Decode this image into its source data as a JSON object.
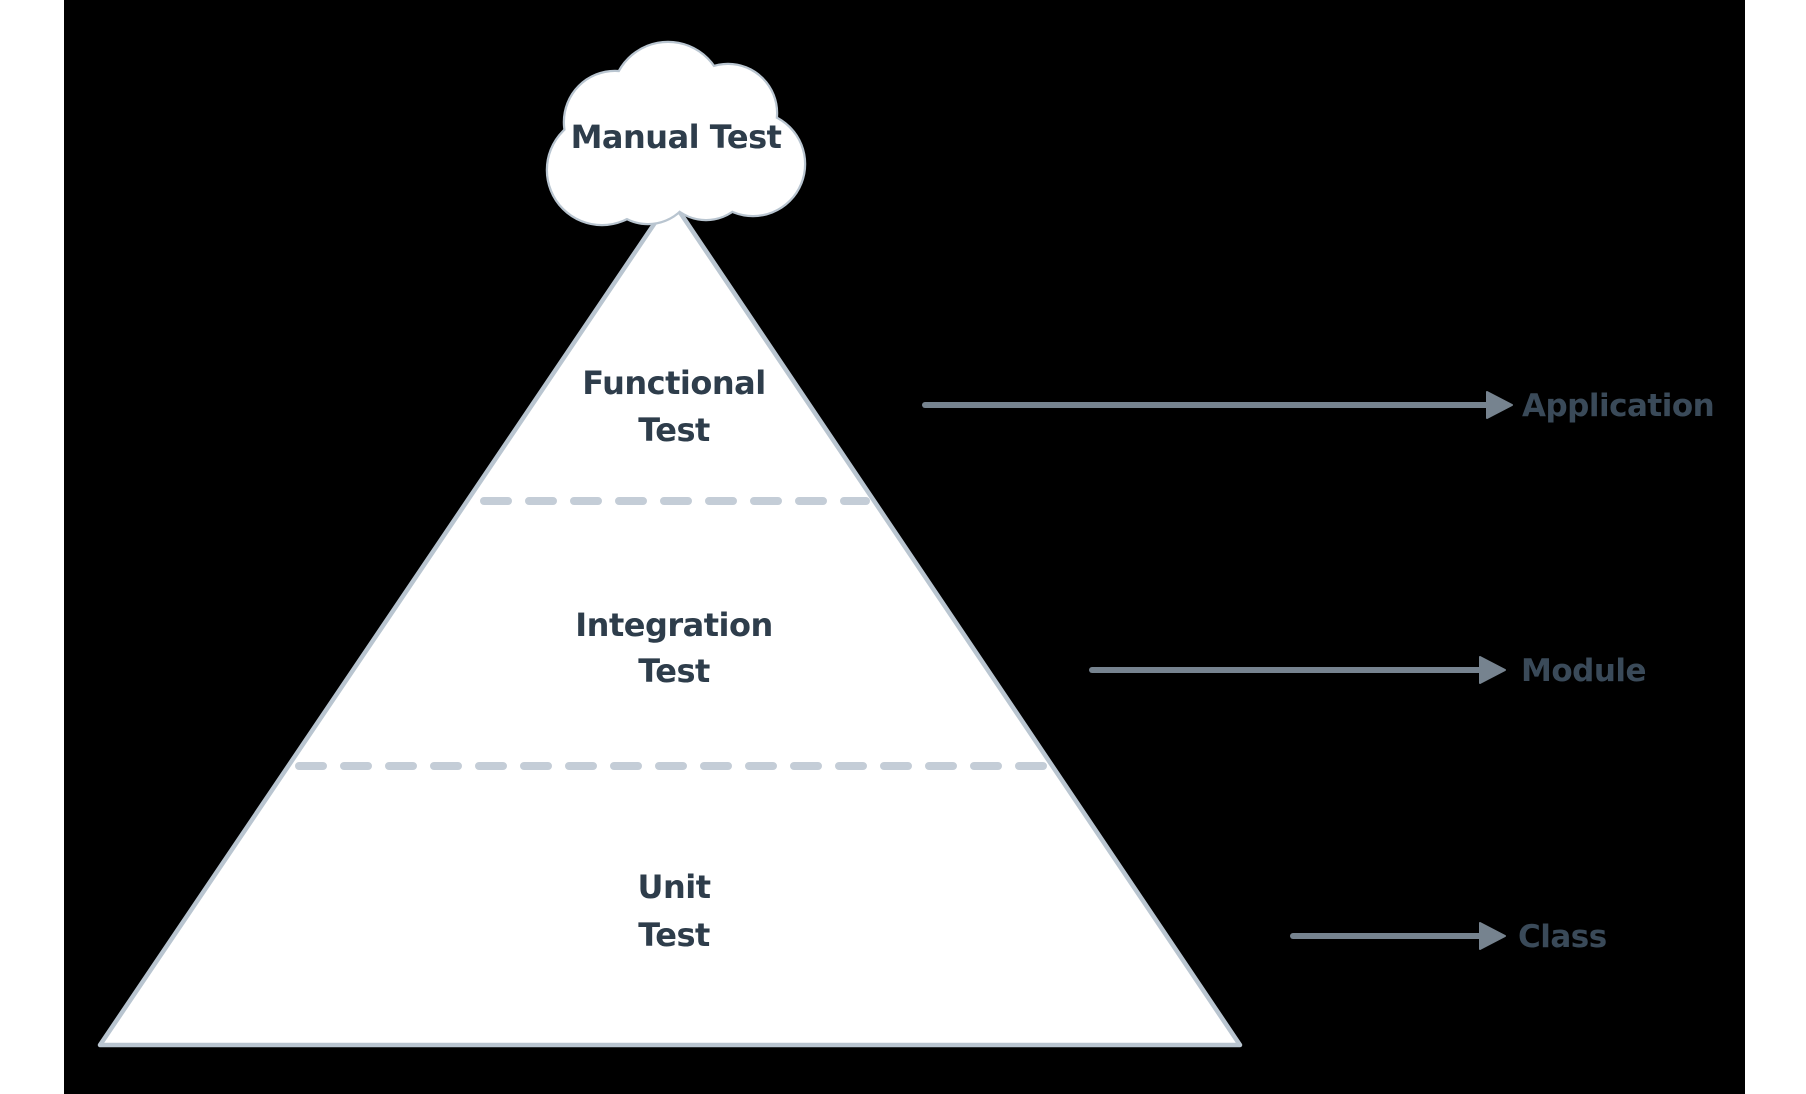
{
  "cloud": {
    "label": "Manual Test"
  },
  "pyramid": {
    "levels": [
      {
        "name": "Functional Test",
        "line1": "Functional",
        "line2": "Test",
        "maps_to": "Application"
      },
      {
        "name": "Integration Test",
        "line1": "Integration",
        "line2": "Test",
        "maps_to": "Module"
      },
      {
        "name": "Unit Test",
        "line1": "Unit",
        "line2": "Test",
        "maps_to": "Class"
      }
    ]
  },
  "arrows": [
    {
      "label": "Application"
    },
    {
      "label": "Module"
    },
    {
      "label": "Class"
    }
  ],
  "colors": {
    "page_background": "#ffffff",
    "panel_background": "#000000",
    "shape_fill": "#ffffff",
    "shape_border": "#b9c5d0",
    "dash_line": "#c4cdd7",
    "diagram_text": "#2e3d4b",
    "arrow": "#76838f",
    "side_label_text": "#3a4a59"
  }
}
